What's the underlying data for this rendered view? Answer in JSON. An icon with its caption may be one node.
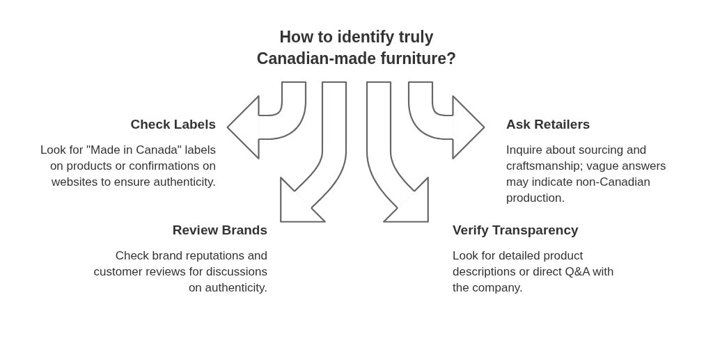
{
  "diagram": {
    "nodes": [
      {
        "text": [
          "How to identify truly Canadian-made furniture?"
        ]
      },
      {
        "text": [
          "Check Labels",
          "Look for \"Made in Canada\" labels on products or confirmations on websites to ensure authenticity."
        ]
      },
      {
        "text": [
          "Ask Retailers",
          "Inquire about sourcing and craftsmanship; vague answers may indicate non-Canadian production."
        ]
      },
      {
        "text": [
          "Review Brands",
          "Check brand reputations and customer reviews for discussions on authenticity."
        ]
      },
      {
        "text": [
          "Verify Transparency",
          "Look for detailed product descriptions or direct Q&A with the company."
        ]
      }
    ],
    "edges": [
      {
        "from": 0,
        "to": 1,
        "arrow": "to"
      },
      {
        "from": 0,
        "to": 3,
        "arrow": "to"
      },
      {
        "from": 0,
        "to": 4,
        "arrow": "to"
      },
      {
        "from": 0,
        "to": 2,
        "arrow": "to"
      }
    ]
  }
}
